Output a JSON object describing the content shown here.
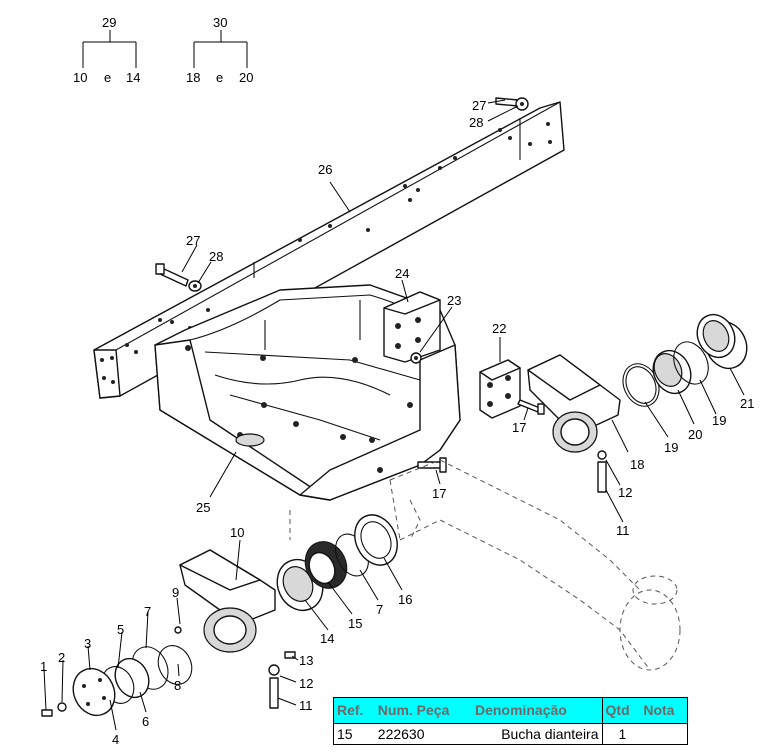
{
  "callouts": {
    "c29": "29",
    "c30": "30",
    "c10a": "10",
    "e1": "e",
    "c14a": "14",
    "c18a": "18",
    "e2": "e",
    "c20a": "20",
    "c27a": "27",
    "c28a": "28",
    "c26": "26",
    "c27b": "27",
    "c28b": "28",
    "c24": "24",
    "c23": "23",
    "c22": "22",
    "c17a": "17",
    "c18b": "18",
    "c12a": "12",
    "c11a": "11",
    "c19a": "19",
    "c20b": "20",
    "c19b": "19",
    "c21": "21",
    "c17b": "17",
    "c25": "25",
    "c10b": "10",
    "c14b": "14",
    "c15": "15",
    "c7a": "7",
    "c16": "16",
    "c9": "9",
    "c8": "8",
    "c7b": "7",
    "c6": "6",
    "c5": "5",
    "c3": "3",
    "c2": "2",
    "c1": "1",
    "c4": "4",
    "c13": "13",
    "c12b": "12",
    "c11b": "11"
  },
  "table": {
    "headers": {
      "ref": "Ref.",
      "num": "Num. Peça",
      "den": "Denominação",
      "qtd": "Qtd",
      "nota": "Nota"
    },
    "row": {
      "ref": "15",
      "num": "222630",
      "den": "Bucha dianteira",
      "qtd": "1",
      "nota": ""
    },
    "header_bg": "#00ffff",
    "header_text_color": "#6a6a6a"
  }
}
